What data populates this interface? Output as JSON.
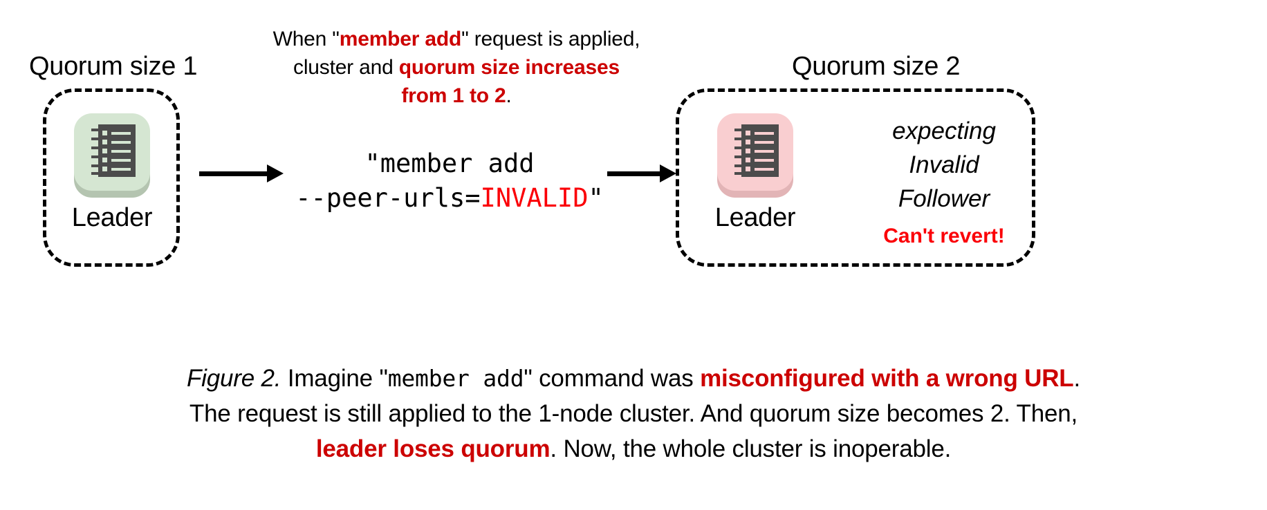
{
  "figure": {
    "top_note": {
      "line1_a": "When \"",
      "line1_b": "member add",
      "line1_c": "\" request is applied,",
      "line2_a": "cluster and ",
      "line2_b": "quorum size increases",
      "line3_b": "from 1 to 2",
      "line3_c": "."
    },
    "left_cluster": {
      "title": "Quorum size 1",
      "node_label": "Leader",
      "icon_name": "ledger-icon",
      "tile_color": "#d5e6d2",
      "glyph_color": "#4c4c4c"
    },
    "right_cluster": {
      "title": "Quorum size 2",
      "node_label": "Leader",
      "icon_name": "ledger-icon",
      "tile_color": "#f9ced0",
      "glyph_color": "#4c4c4c",
      "status_line1": "expecting",
      "status_line2": "Invalid",
      "status_line3": "Follower",
      "warning": "Can't revert!"
    },
    "command": {
      "line1": "\"member add",
      "line2_prefix": "--peer-urls=",
      "line2_value": "INVALID",
      "line2_suffix": "\""
    },
    "arrows": {
      "arrow1_name": "arrow-right",
      "arrow2_name": "arrow-right"
    },
    "caption": {
      "fig_label": "Figure 2.",
      "p1": " Imagine \"",
      "mono1": "member add",
      "p2": "\" command was ",
      "em1": "misconfigured with a wrong URL",
      "p3": ".",
      "p4": "The request is still applied to the 1-node cluster. And quorum size becomes 2. Then,",
      "em2": "leader loses quorum",
      "p5": ". Now, the whole cluster is inoperable."
    },
    "colors": {
      "accent_red": "#cc0000",
      "pure_red": "#fb0007",
      "text": "#000000",
      "background": "#ffffff"
    }
  }
}
